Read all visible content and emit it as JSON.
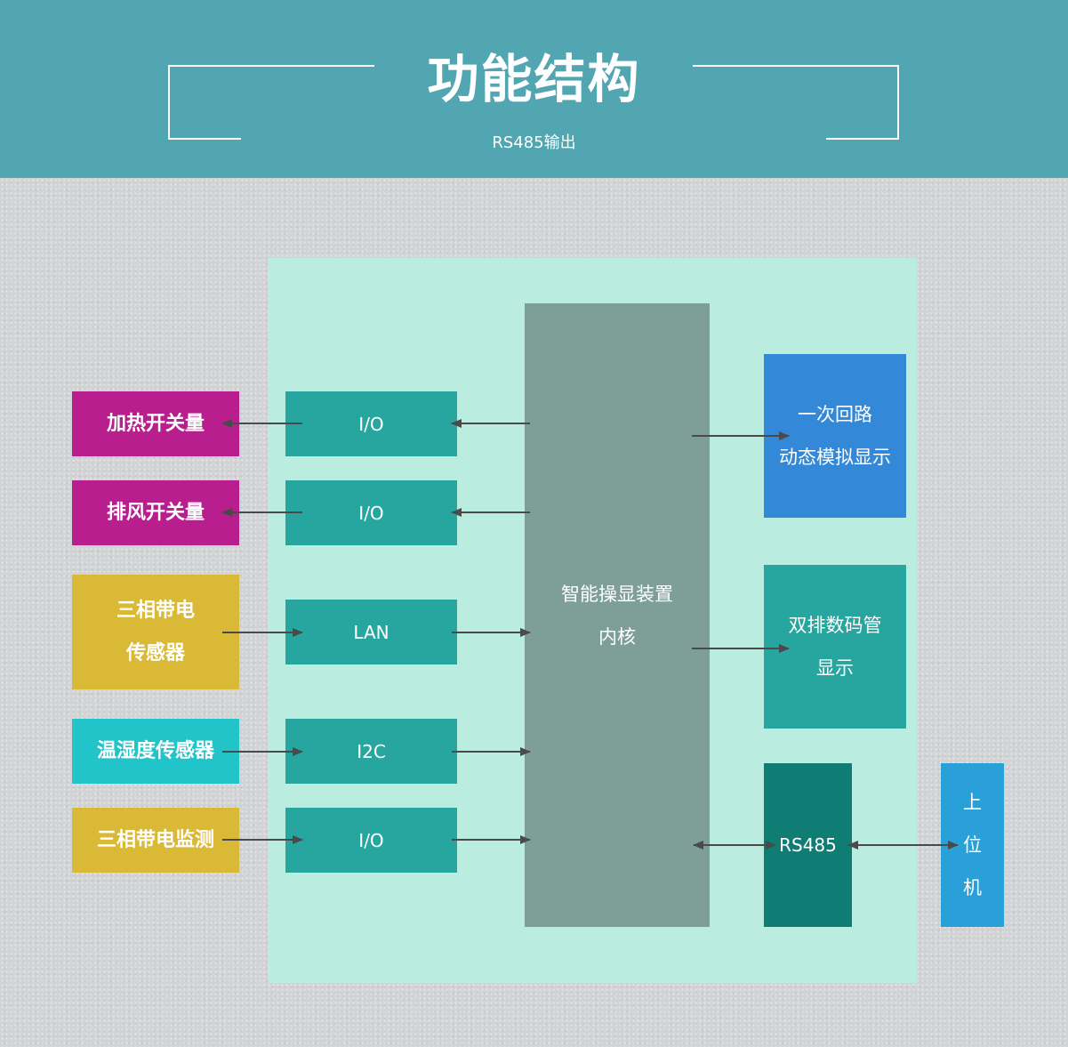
{
  "header": {
    "title": "功能结构",
    "subtitle": "RS485输出"
  },
  "inputs": [
    {
      "line1": "加热开关量",
      "line2": ""
    },
    {
      "line1": "排风开关量",
      "line2": ""
    },
    {
      "line1": "三相带电",
      "line2": "传感器"
    },
    {
      "line1": "温湿度传感器",
      "line2": ""
    },
    {
      "line1": "三相带电监测",
      "line2": ""
    }
  ],
  "modules": [
    "I/O",
    "I/O",
    "LAN",
    "I2C",
    "I/O"
  ],
  "core": {
    "line1": "智能操显装置",
    "line2": "内核"
  },
  "outputs": {
    "loop": {
      "line1": "一次回路",
      "line2": "动态模拟显示"
    },
    "digits": {
      "line1": "双排数码管",
      "line2": "显示"
    },
    "rs485": "RS485",
    "host": {
      "c1": "上",
      "c2": "位",
      "c3": "机"
    }
  },
  "colors": {
    "header_bg": "#52a6b2",
    "panel_bg": "#baeddf",
    "switch_bg": "#b91e8e",
    "sensor_bg": "#d9b935",
    "humidity_bg": "#21c4c8",
    "module_bg": "#27a69f",
    "core_bg": "#7e9f98",
    "loop_bg": "#3388d7",
    "rs485_bg": "#0f7d74",
    "host_bg": "#2aa0d8",
    "arrow": "#4a4a4a"
  }
}
